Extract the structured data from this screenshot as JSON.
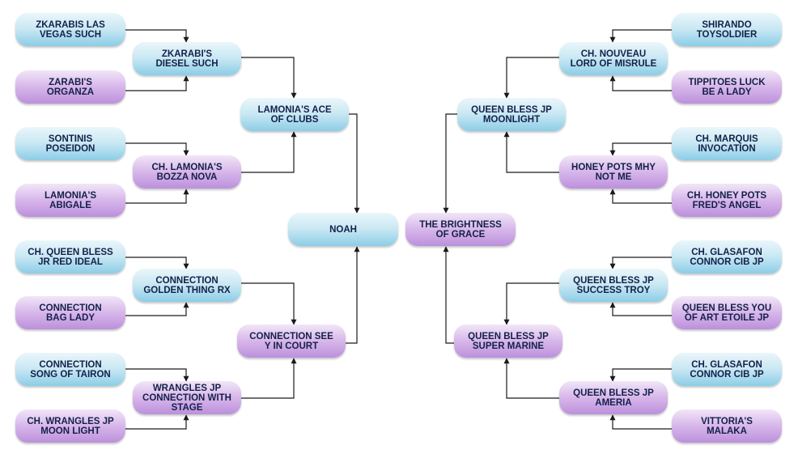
{
  "colors": {
    "blue": "#a9dcef",
    "purple": "#caa2e2",
    "text": "#14204a",
    "line": "#1a1a1a"
  },
  "center": {
    "left": "NOAH",
    "right": "THE BRIGHTNESS\nOF GRACE"
  },
  "left": {
    "gen3": [
      "LAMONIA'S ACE\nOF CLUBS",
      "CONNECTION SEE\nY IN COURT"
    ],
    "gen2": [
      "ZKARABI'S\nDIESEL SUCH",
      "CH. LAMONIA'S\nBOZZA NOVA",
      "CONNECTION\nGOLDEN THING RX",
      "WRANGLES JP\nCONNECTION WITH\nSTAGE"
    ],
    "gen1": [
      "ZKARABIS LAS\nVEGAS SUCH",
      "ZARABI'S\nORGANZA",
      "SONTINIS\nPOSEIDON",
      "LAMONIA'S\nABIGALE",
      "CH. QUEEN BLESS\nJR RED IDEAL",
      "CONNECTION\nBAG LADY",
      "CONNECTION\nSONG OF TAIRON",
      "CH. WRANGLES JP\nMOON LIGHT"
    ]
  },
  "right": {
    "gen3": [
      "QUEEN BLESS JP\nMOONLIGHT",
      "QUEEN BLESS JP\nSUPER MARINE"
    ],
    "gen2": [
      "CH. NOUVEAU\nLORD OF MISRULE",
      "HONEY POTS MHY\nNOT ME",
      "QUEEN BLESS JP\nSUCCESS TROY",
      "QUEEN BLESS JP\nAMERIA"
    ],
    "gen1": [
      "SHIRANDO\nTOYSOLDIER",
      "TIPPITOES LUCK\nBE A LADY",
      "CH. MARQUIS\nINVOCATION",
      "CH. HONEY POTS\nFRED'S ANGEL",
      "CH. GLASAFON\nCONNOR CIB JP",
      "QUEEN BLESS YOU\nOF ART ETOILE JP",
      "CH. GLASAFON\nCONNOR CIB JP",
      "VITTORIA'S\nMALAKA"
    ]
  }
}
